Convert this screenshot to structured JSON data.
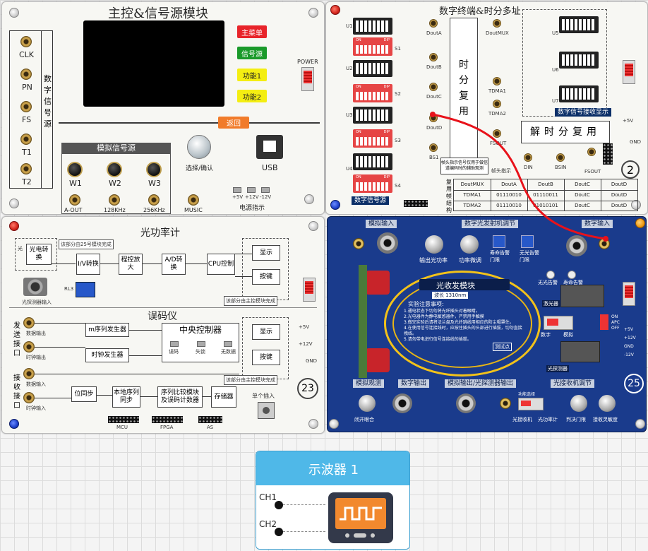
{
  "main_module": {
    "title": "主控&信号源模块",
    "left_labels": [
      "CLK",
      "PN",
      "FS",
      "T1",
      "T2"
    ],
    "vertical_label": "数字信号源",
    "menu_buttons": [
      {
        "label": "主菜单",
        "color": "#e8242a",
        "text_color": "#ffffff"
      },
      {
        "label": "信号源",
        "color": "#1a9a2a",
        "text_color": "#ffffff"
      },
      {
        "label": "功能1",
        "color": "#f4ee12",
        "text_color": "#222222"
      },
      {
        "label": "功能2",
        "color": "#f4ee12",
        "text_color": "#222222"
      }
    ],
    "power_label": "POWER",
    "back_button": "返回",
    "analog_title": "模拟信号源",
    "knob_labels": [
      "W1",
      "W2",
      "W3"
    ],
    "analog_outputs": [
      "A-OUT",
      "128KHz",
      "256KHz",
      "MUSIC"
    ],
    "select_label": "选择/确认",
    "usb_label": "USB",
    "voltage_labels": [
      "+5V",
      "+12V",
      "-12V"
    ],
    "power_indicator": "电源指示"
  },
  "tdm_module": {
    "title": "数字终端&时分多址",
    "number": "2",
    "vertical_mux": "时分复用",
    "demux_label": "解时分复用",
    "display_label": "数字信号接收显示",
    "source_label": "数字信号源",
    "dip_labels": [
      "S1",
      "S2",
      "S3",
      "S4"
    ],
    "dip_on": "ON",
    "dip_name": "DIP",
    "ic_labels": [
      "U1",
      "U2",
      "U3",
      "U4",
      "U5",
      "U6",
      "U7"
    ],
    "test_points": [
      "DoutA",
      "DoutB",
      "DoutC",
      "DoutD",
      "DoutMUX",
      "TDMA1",
      "TDMA2",
      "BS1",
      "FSOUT",
      "DIN",
      "BSIN",
      "FSOUT"
    ],
    "side_label": "复用帧结构",
    "frame_note": "帧头指示信号仅用于做信道编码时的辅助观测",
    "frame_indicator": "帧头指示",
    "gnd_label": "GND",
    "vcc_label": "+5V",
    "table": [
      [
        "DoutMUX",
        "DoutA",
        "DoutB",
        "DoutC",
        "DoutD"
      ],
      [
        "TDMA1",
        "01110010",
        "01110011",
        "DoutC",
        "DoutD"
      ],
      [
        "TDMA2",
        "01110010",
        "01010101",
        "DoutC",
        "DoutD"
      ]
    ]
  },
  "optical_power_module": {
    "title": "光功率计",
    "blocks": [
      "光电转换",
      "I/V转换",
      "程控放大",
      "A/D转换",
      "CPU控制",
      "显示",
      "按键"
    ],
    "note_top": "该部分由25号模块完成",
    "note_bottom": "该部分由主控模块完成",
    "input_label": "光探测器输入",
    "rl_label": "RL3",
    "light_label": "光"
  },
  "ber_module": {
    "title": "误码仪",
    "number": "23",
    "side_labels": [
      "发送接口",
      "接收接口"
    ],
    "ports": [
      "数据输出",
      "时钟输出",
      "数据输入",
      "时钟输入"
    ],
    "blocks": [
      "m序列发生器",
      "时钟发生器",
      "中央控制器",
      "位同步",
      "本地序列同步",
      "序列比较模块及误码计数器",
      "存储器",
      "显示",
      "按键"
    ],
    "leds": [
      "误码",
      "失锁",
      "无数据"
    ],
    "note_bottom": "该部分由主控模块完成",
    "single_insert": "单个插入",
    "headers": [
      "MCU",
      "FPGA",
      "AS"
    ],
    "gnd_label": "GND",
    "vcc_labels": [
      "+5V",
      "+12V"
    ]
  },
  "optical_tx_module": {
    "number": "25",
    "headers_top": [
      "模拟输入",
      "数字光发射机调节",
      "数字输入"
    ],
    "knob_labels": [
      "输出光功率",
      "功率微调",
      "寿命告警门限",
      "无光告警门限"
    ],
    "alarm_labels": [
      "无光告警",
      "寿命告警"
    ],
    "center_title": "光收发模块",
    "wavelength": "波长 1310nm",
    "notes_title": "实验注意事项:",
    "notes": [
      "1.通电状态下切勿将光纤插头对着眼睛。",
      "2.光电器件为静电敏感器件，严禁用手触摸",
      "3.做完实验后请将法兰盘及光纤跳线用相应的防尘帽罩住。",
      "4.在使用信号连接线时，应按住插头的头部进行插拔，切勿直接拽线。",
      "5.请勿带电进行信号连接线的插拔。"
    ],
    "test_point": "测试点",
    "laser_label": "激光器",
    "mode_labels": [
      "数字",
      "模拟"
    ],
    "detector_label": "光探测器",
    "apc_labels": [
      "ON",
      "APC",
      "OFF"
    ],
    "headers_bottom": [
      "模拟观测",
      "数字输出",
      "模拟输出/光探测器输出",
      "光接收机调节"
    ],
    "bottom_labels": [
      "闭开眼合",
      "光接收机",
      "光功率计",
      "判决门限",
      "接收灵敏度"
    ],
    "led_label": "功能选择",
    "voltage_labels": [
      "+5V",
      "+12V",
      "GND",
      "-12V"
    ]
  },
  "oscilloscope": {
    "title": "示波器 1",
    "channels": [
      "CH1",
      "CH2"
    ],
    "header_color": "#4fb8e8"
  }
}
